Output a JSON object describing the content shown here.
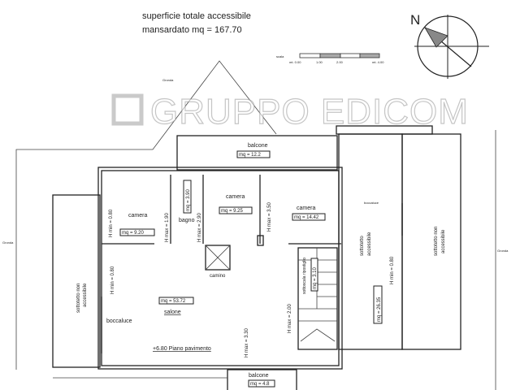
{
  "header": {
    "title_line1": "superficie totale accessibile",
    "title_line2": "mansardato    mq = 167.70"
  },
  "scale_bar": {
    "label": "scala",
    "ticks": [
      "mt. 0.00",
      "1.00",
      "2.00",
      "mt. 4.00"
    ]
  },
  "north_arrow": {
    "label": "N"
  },
  "watermark": "GRUPPO EDICOM",
  "gronda_label": "Gronda",
  "rooms": {
    "balcone_top": {
      "name": "balcone",
      "area": "mq = 12.2"
    },
    "camera_left": {
      "name": "camera",
      "area": "mq = 9.20",
      "h": "H min = 0.80"
    },
    "bagno": {
      "name": "bagno",
      "area": "mq = 3.90",
      "h": "H max = 1.90"
    },
    "camera_mid": {
      "name": "camera",
      "area": "mq = 9.25",
      "h_left": "H max = 2.90",
      "h_right": "H max = 3.50"
    },
    "camera_right": {
      "name": "camera",
      "area": "mq = 14.42"
    },
    "salone": {
      "name": "salone",
      "area": "mq = 53.72",
      "h_left": "H min = 0.80",
      "h_right": "H max = 3.30"
    },
    "camino": {
      "name": "camino"
    },
    "boccaluce": {
      "name": "boccaluce"
    },
    "floor_level": "+6.80 Piano pavimento",
    "stair": {
      "name": "sottoscala ripostiglio",
      "area": "mq = 3.10",
      "h": "H max = 2.00"
    },
    "sottotetto_left": {
      "line1": "sottotetto non",
      "line2": "accessibile"
    },
    "sottotetto_acc": {
      "line1": "sottotetto",
      "line2": "accessibile",
      "area": "mq = 26.35",
      "h": "H min = 0.80",
      "door": "boccaluce"
    },
    "sottotetto_right": {
      "line1": "sottotetto non",
      "line2": "accessibile"
    },
    "balcone_bottom": {
      "name": "balcone",
      "area": "mq = 4.8"
    }
  }
}
